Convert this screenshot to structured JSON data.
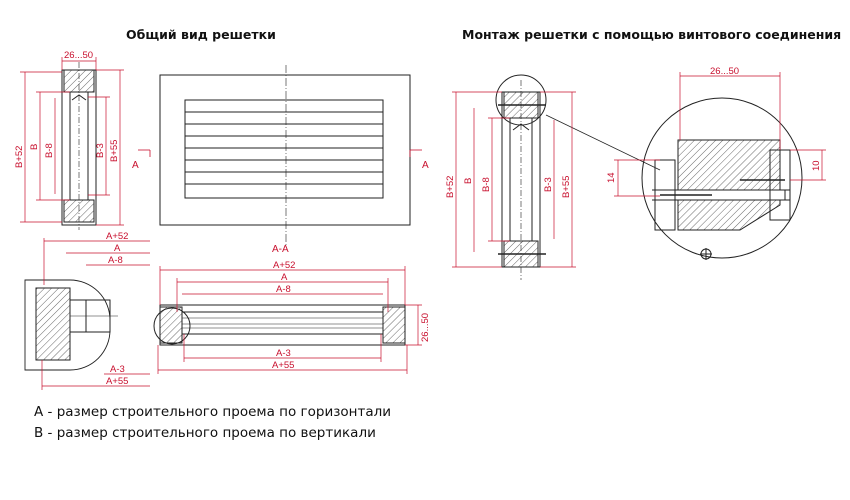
{
  "titles": {
    "general_view": "Общий вид решетки",
    "mounting": "Монтаж решетки с помощью винтового соединения"
  },
  "section_labels": {
    "cut_left": "A",
    "cut_right": "A",
    "section": "A-A"
  },
  "dimensions": {
    "depth": "26...50",
    "depth_rotated": "26...50",
    "depth_detail": "26...50",
    "b_plus_52": "B+52",
    "b": "B",
    "b_minus_8": "B-8",
    "b_minus_3": "B-3",
    "b_plus_55": "B+55",
    "a_plus_52": "A+52",
    "a": "A",
    "a_minus_8": "A-8",
    "a_minus_3": "A-3",
    "a_plus_55": "A+55",
    "screw_14": "14",
    "screw_10": "10"
  },
  "legend": {
    "a_def": "A - размер строительного проема по горизонтали",
    "b_def": "B - размер строительного проема по вертикали"
  },
  "colors": {
    "dimension": "#c8102e",
    "line": "#222222",
    "hatch": "#444444"
  }
}
